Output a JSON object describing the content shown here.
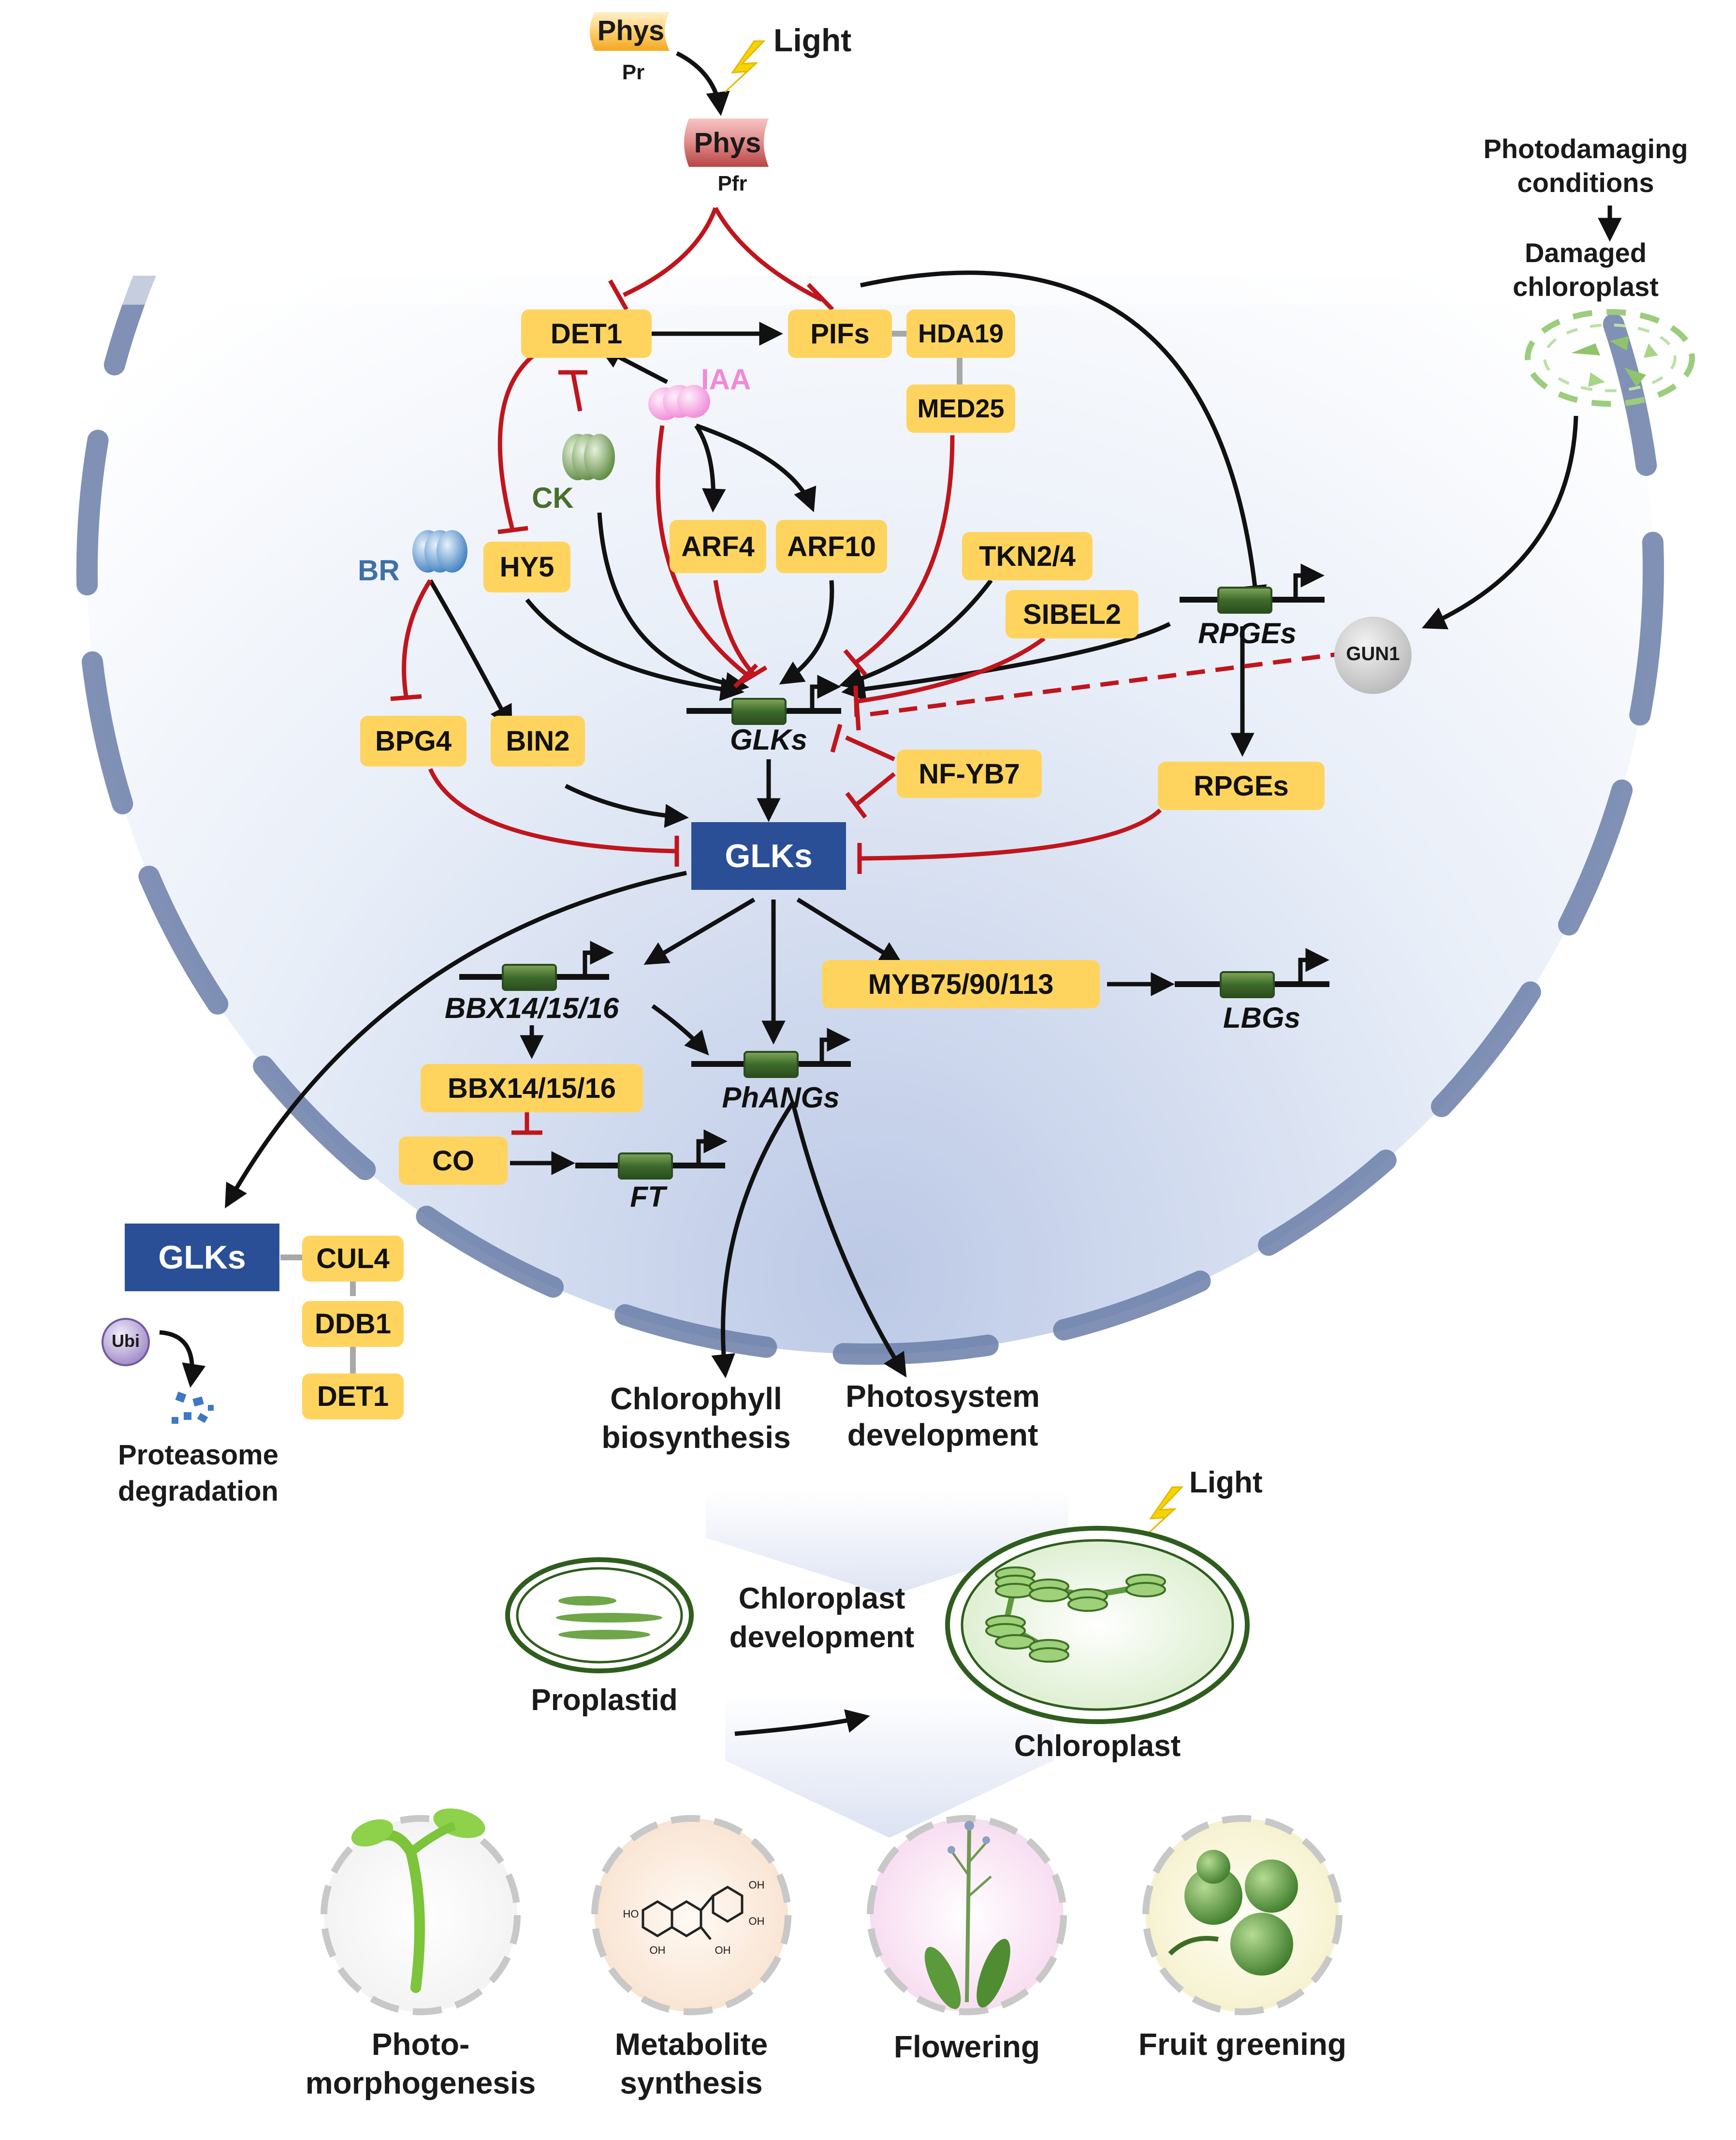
{
  "top": {
    "phys_pr": "Phys",
    "pr": "Pr",
    "light": "Light",
    "phys_pfr": "Phys",
    "pfr": "Pfr"
  },
  "stress": {
    "line1": "Photodamaging",
    "line2": "conditions",
    "line3": "Damaged",
    "line4": "chloroplast",
    "gun1": "GUN1"
  },
  "hormones": {
    "iaa": "IAA",
    "ck": "CK",
    "br": "BR"
  },
  "boxes": {
    "det1": "DET1",
    "pifs": "PIFs",
    "hda19": "HDA19",
    "med25": "MED25",
    "arf4": "ARF4",
    "arf10": "ARF10",
    "hy5": "HY5",
    "tkn": "TKN2/4",
    "sibel2": "SIBEL2",
    "bpg4": "BPG4",
    "bin2": "BIN2",
    "nfyb7": "NF-YB7",
    "rpges": "RPGEs",
    "myb": "MYB75/90/113",
    "bbx": "BBX14/15/16",
    "co": "CO",
    "cul4": "CUL4",
    "ddb1": "DDB1",
    "det1b": "DET1"
  },
  "genes": {
    "glks": "GLKs",
    "rpges": "RPGEs",
    "bbx": "BBX14/15/16",
    "phangs": "PhANGs",
    "lbgs": "LBGs",
    "ft": "FT"
  },
  "blue": {
    "glks_main": "GLKs",
    "glks_side": "GLKs"
  },
  "degradation": {
    "ubi": "Ubi",
    "line1": "Proteasome",
    "line2": "degradation"
  },
  "outputs": {
    "chl1": "Chlorophyll",
    "chl2": "biosynthesis",
    "ps1": "Photosystem",
    "ps2": "development"
  },
  "plastid": {
    "proplastid": "Proplastid",
    "dev1": "Chloroplast",
    "dev2": "development",
    "chloroplast": "Chloroplast",
    "light": "Light"
  },
  "phenotypes": {
    "p1a": "Photo-",
    "p1b": "morphogenesis",
    "p2a": "Metabolite",
    "p2b": "synthesis",
    "p3": "Flowering",
    "p4": "Fruit greening"
  },
  "chem": {
    "ho1": "HO",
    "oh1": "OH",
    "oh2": "OH",
    "oh3": "OH",
    "oh4": "OH"
  },
  "colors": {
    "activate": "#111111",
    "inhibit": "#c0151c",
    "box": "#ffd45e",
    "glk": "#2b4f96",
    "gene": "#3b6e2a"
  }
}
